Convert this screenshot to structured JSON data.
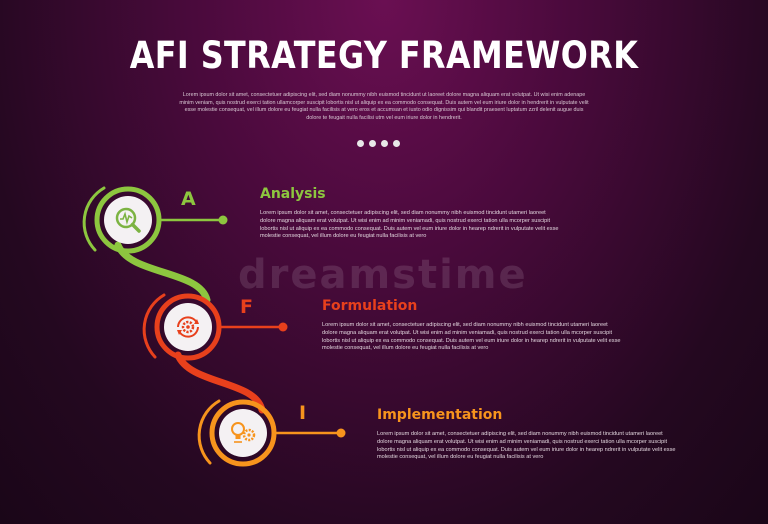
{
  "header": {
    "title": "AFI STRATEGY FRAMEWORK",
    "subtitle": "Lorem ipsum dolor sit amet, consectetuer adipiscing elit, sed diam nonummy nibh euismod tincidunt ut laoreet dolore magna aliquam erat volutpat. Ut wisi enim adenape minim veniam, quis nostrud exerci tation ullamcorper suscipit lobortis nisl ut aliquip ex ea commodo consequat. Duis autem vel eum iriure dolor in hendrerit in vulputate velit esse molestie consequat, vel illum dolore eu feugiat nulla facilisis at vero eros et accumsan et iusto odio dignissim qui blandit praesent luptatum zzril delenit augue duis dolore te feugait nulla facilisi utm vel eum iriure dolor in hendrerit."
  },
  "pagination_dots": 4,
  "watermark": "dreamstime",
  "steps": [
    {
      "letter": "A",
      "title": "Analysis",
      "icon": "magnifier-chart-icon",
      "color": "#8dc63f",
      "text": "Lorem ipsum dolor sit amet, consectetuer adipiscing elit, sed diam nonummy nibh euismod tincidunt utameri laoreet dolore magna aliquam erat volutpat. Ut wisi enim ad minim veniamadi, quis nostrud exerci tation ulla mcorper suscipit lobortis nisl ut aliquip ex ea commodo consequat. Duis autem vel eum iriure dolor in hearep ndrerit in vulputate velit esse molestie consequat, vel illum dolore eu feugiat nulla facilisis at vero"
    },
    {
      "letter": "F",
      "title": "Formulation",
      "icon": "gear-cycle-icon",
      "color": "#e8401c",
      "text": "Lorem ipsum dolor sit amet, consectetuer adipiscing elit, sed diam nonummy nibh euismod tincidunt utameri laoreet dolore magna aliquam erat volutpat. Ut wisi enim ad minim veniamadi, quis nostrud exerci tation ulla mcorper suscipit lobortis nisl ut aliquip ex ea commodo consequat. Duis autem vel eum iriure dolor in hearep ndrerit in vulputate velit esse molestie consequat, vel illum dolore eu feugiat nulla facilisis at vero"
    },
    {
      "letter": "I",
      "title": "Implementation",
      "icon": "idea-gear-icon",
      "color": "#f7941d",
      "text": "Lorem ipsum dolor sit amet, consectetuer adipiscing elit, sed diam nonummy nibh euismod tincidunt utameri laoreet dolore magna aliquam erat volutpat. Ut wisi enim ad minim veniamadi, quis nostrud exerci tation ulla mcorper suscipit lobortis nisl ut aliquip ex ea commodo consequat. Duis autem vel eum iriure dolor in hearep ndrerit in vulputate velit esse molestie consequat, vel illum dolore eu feugiat nulla facilisis at vero"
    }
  ]
}
